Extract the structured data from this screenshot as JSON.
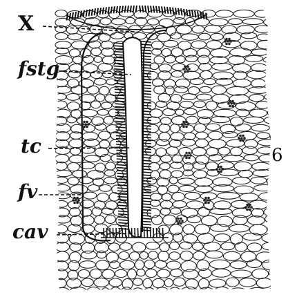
{
  "figure": {
    "number": "6",
    "labels": {
      "x": "X",
      "fstg": "fstg",
      "tc": "tc",
      "fv": "fv",
      "cav": "cav"
    }
  }
}
